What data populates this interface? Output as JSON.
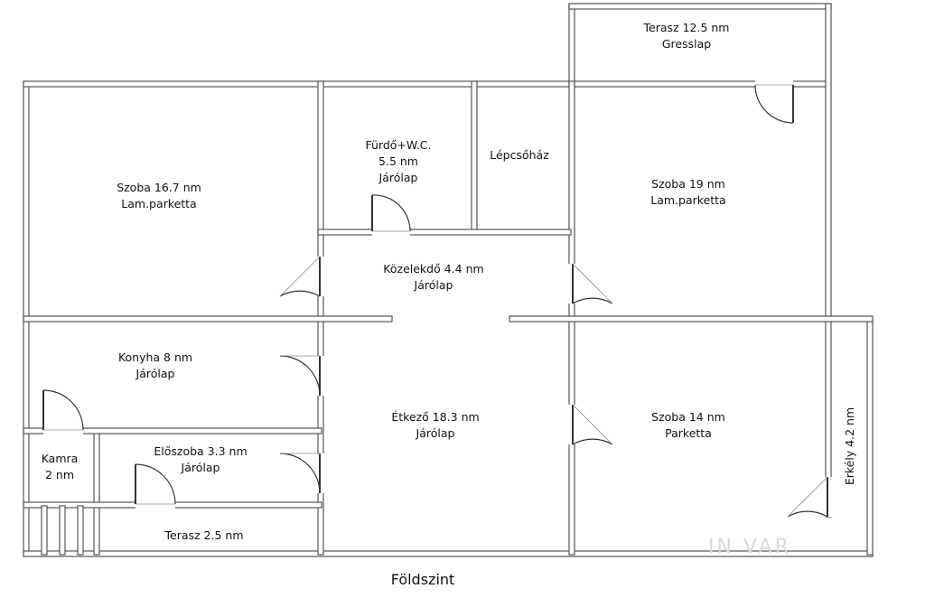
{
  "floor_title": "Földszint",
  "watermark": "IN VAR",
  "rooms": {
    "szoba1": [
      "Szoba 16.7 nm",
      "Lam.parketta"
    ],
    "furdo": [
      "Fürdő+W.C.",
      "5.5 nm",
      "Járólap"
    ],
    "lepcsohaz": [
      "Lépcsőház"
    ],
    "terasz_top": [
      "Terasz 12.5 nm",
      "Gresslap"
    ],
    "szoba2": [
      "Szoba 19 nm",
      "Lam.parketta"
    ],
    "kozlekedo": [
      "Közelekdő 4.4 nm",
      "Járólap"
    ],
    "konyha": [
      "Konyha 8 nm",
      "Járólap"
    ],
    "etkezo": [
      "Étkező 18.3 nm",
      "Járólap"
    ],
    "szoba3": [
      "Szoba 14 nm",
      "Parketta"
    ],
    "kamra": [
      "Kamra",
      "2 nm"
    ],
    "eloszoba": [
      "Előszoba 3.3 nm",
      "Járólap"
    ],
    "terasz_bottom": [
      "Terasz 2.5 nm"
    ],
    "erkely": [
      "Erkély 4.2 nm"
    ]
  },
  "colors": {
    "wall": "#555555",
    "wall_fill": "#ffffff",
    "text": "#111111"
  }
}
